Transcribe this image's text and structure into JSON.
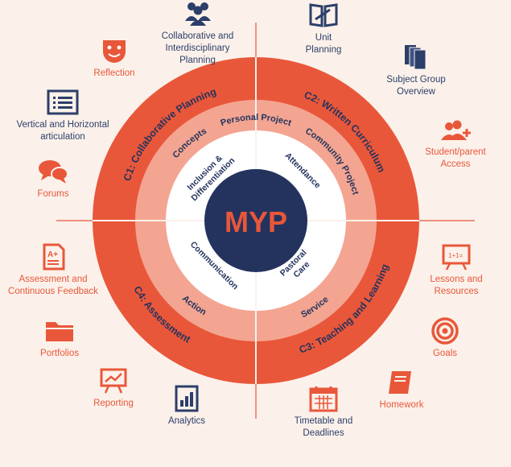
{
  "center": "MYP",
  "colors": {
    "orange": "#e9573a",
    "orange_border": "#ef6b4b",
    "mid_ring": "#f3a591",
    "inner_ring": "#ffffff",
    "navy": "#24335e",
    "line": "#e9573a",
    "background": "#fbf1ea"
  },
  "quadrants_outer": [
    "C1: Collaborative Planning",
    "C2: Written Curriculum",
    "C3: Teaching and Learning",
    "C4: Assessment"
  ],
  "middle_ring": {
    "top": "Personal Project",
    "right": "Community Project",
    "bottom": "Service",
    "left_bottom": "Action",
    "left_top": "Concepts"
  },
  "inner_ring": {
    "top_left": "Inclusion &\nDifferentiation",
    "top_right": "Attendance",
    "bottom_right": "Pastoral\nCare",
    "bottom_left": "Communication"
  },
  "items": [
    {
      "id": "collab",
      "label": "Collaborative and\nInterdisciplinary\nPlanning",
      "icon": "people-icon",
      "color": "navy"
    },
    {
      "id": "unit",
      "label": "Unit\nPlanning",
      "icon": "book-icon",
      "color": "navy"
    },
    {
      "id": "reflection",
      "label": "Reflection",
      "icon": "mask-icon",
      "color": "orange"
    },
    {
      "id": "subject",
      "label": "Subject Group\nOverview",
      "icon": "stacked-pages-icon",
      "color": "navy"
    },
    {
      "id": "vertical",
      "label": "Vertical and Horizontal\narticulation",
      "icon": "list-document-icon",
      "color": "navy"
    },
    {
      "id": "student",
      "label": "Student/parent\nAccess",
      "icon": "add-user-icon",
      "color": "orange"
    },
    {
      "id": "forums",
      "label": "Forums",
      "icon": "chat-bubbles-icon",
      "color": "orange"
    },
    {
      "id": "assessment",
      "label": "Assessment and\nContinuous Feedback",
      "icon": "graded-paper-icon",
      "color": "orange"
    },
    {
      "id": "lessons",
      "label": "Lessons and\nResources",
      "icon": "blackboard-icon",
      "color": "orange"
    },
    {
      "id": "portfolios",
      "label": "Portfolios",
      "icon": "folder-icon",
      "color": "orange"
    },
    {
      "id": "goals",
      "label": "Goals",
      "icon": "target-icon",
      "color": "orange"
    },
    {
      "id": "reporting",
      "label": "Reporting",
      "icon": "presentation-chart-icon",
      "color": "orange"
    },
    {
      "id": "homework",
      "label": "Homework",
      "icon": "notebook-icon",
      "color": "orange"
    },
    {
      "id": "analytics",
      "label": "Analytics",
      "icon": "report-analytics-icon",
      "color": "navy"
    },
    {
      "id": "timetable",
      "label": "Timetable and\nDeadlines",
      "icon": "calendar-icon",
      "color": "navy"
    }
  ]
}
